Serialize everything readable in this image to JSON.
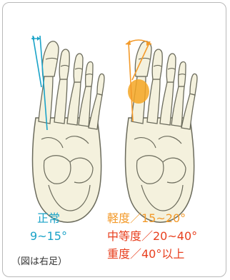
{
  "normal": {
    "label": "正常",
    "range": "9~15°"
  },
  "severity": [
    {
      "text": "軽度／15~20°",
      "color": "#f39a2a"
    },
    {
      "text": "中等度／20~40°",
      "color": "#e8401f"
    },
    {
      "text": "重度／40°以上",
      "color": "#e8401f"
    }
  ],
  "note": "（図は右足）",
  "colors": {
    "bone_fill": "#f4f1dd",
    "bone_stroke": "#6b6b5c",
    "normal_axis": "#1aa3c8",
    "hallux_axis": "#f39a2a",
    "bunion": "#f5a623"
  }
}
